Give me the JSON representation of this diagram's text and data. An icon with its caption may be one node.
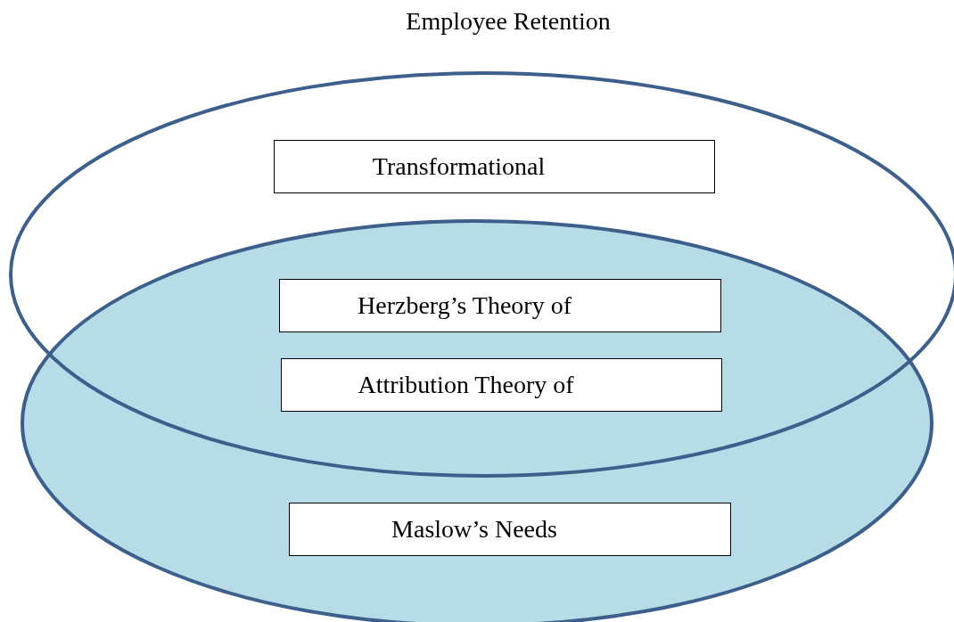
{
  "diagram": {
    "title": "Employee Retention",
    "nodes": [
      {
        "text": [],
        "shape": "ellipse"
      },
      {
        "text": [
          "Transformational"
        ],
        "in": 0
      },
      {
        "text": [],
        "shape": "ellipse"
      },
      {
        "text": [
          "Herzberg’s Theory of"
        ]
      },
      {
        "text": [
          "Attribution Theory of"
        ]
      },
      {
        "text": [
          "Maslow’s Needs"
        ],
        "in": 2
      }
    ],
    "edges": []
  }
}
